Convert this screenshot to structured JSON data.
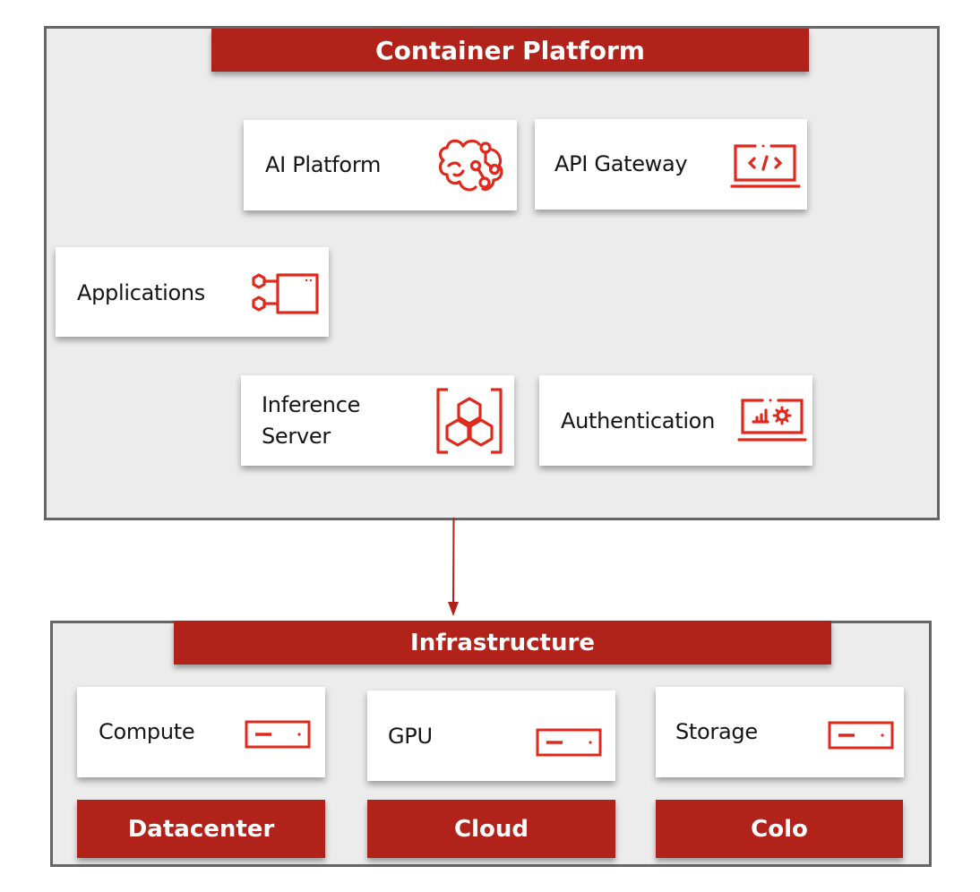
{
  "colors": {
    "accent": "#b0221a",
    "icon": "#e0281c",
    "frame_border": "#666666",
    "frame_bg": "#ececec",
    "card_bg": "#ffffff",
    "text": "#151515"
  },
  "container_platform": {
    "title": "Container Platform",
    "components": [
      {
        "label": "AI Platform",
        "icon": "brain-network-icon"
      },
      {
        "label": "API Gateway",
        "icon": "laptop-code-icon"
      },
      {
        "label": "Applications",
        "icon": "app-modules-icon"
      },
      {
        "label_line1": "Inference",
        "label_line2": "Server",
        "icon": "hexagon-cluster-icon"
      },
      {
        "label": "Authentication",
        "icon": "laptop-chart-gear-icon"
      }
    ]
  },
  "connector": {
    "from": "Container Platform",
    "to": "Infrastructure",
    "type": "arrow-down"
  },
  "infrastructure": {
    "title": "Infrastructure",
    "resources": [
      {
        "label": "Compute",
        "icon": "server-icon"
      },
      {
        "label": "GPU",
        "icon": "server-icon"
      },
      {
        "label": "Storage",
        "icon": "server-icon"
      }
    ],
    "locations": [
      "Datacenter",
      "Cloud",
      "Colo"
    ]
  }
}
